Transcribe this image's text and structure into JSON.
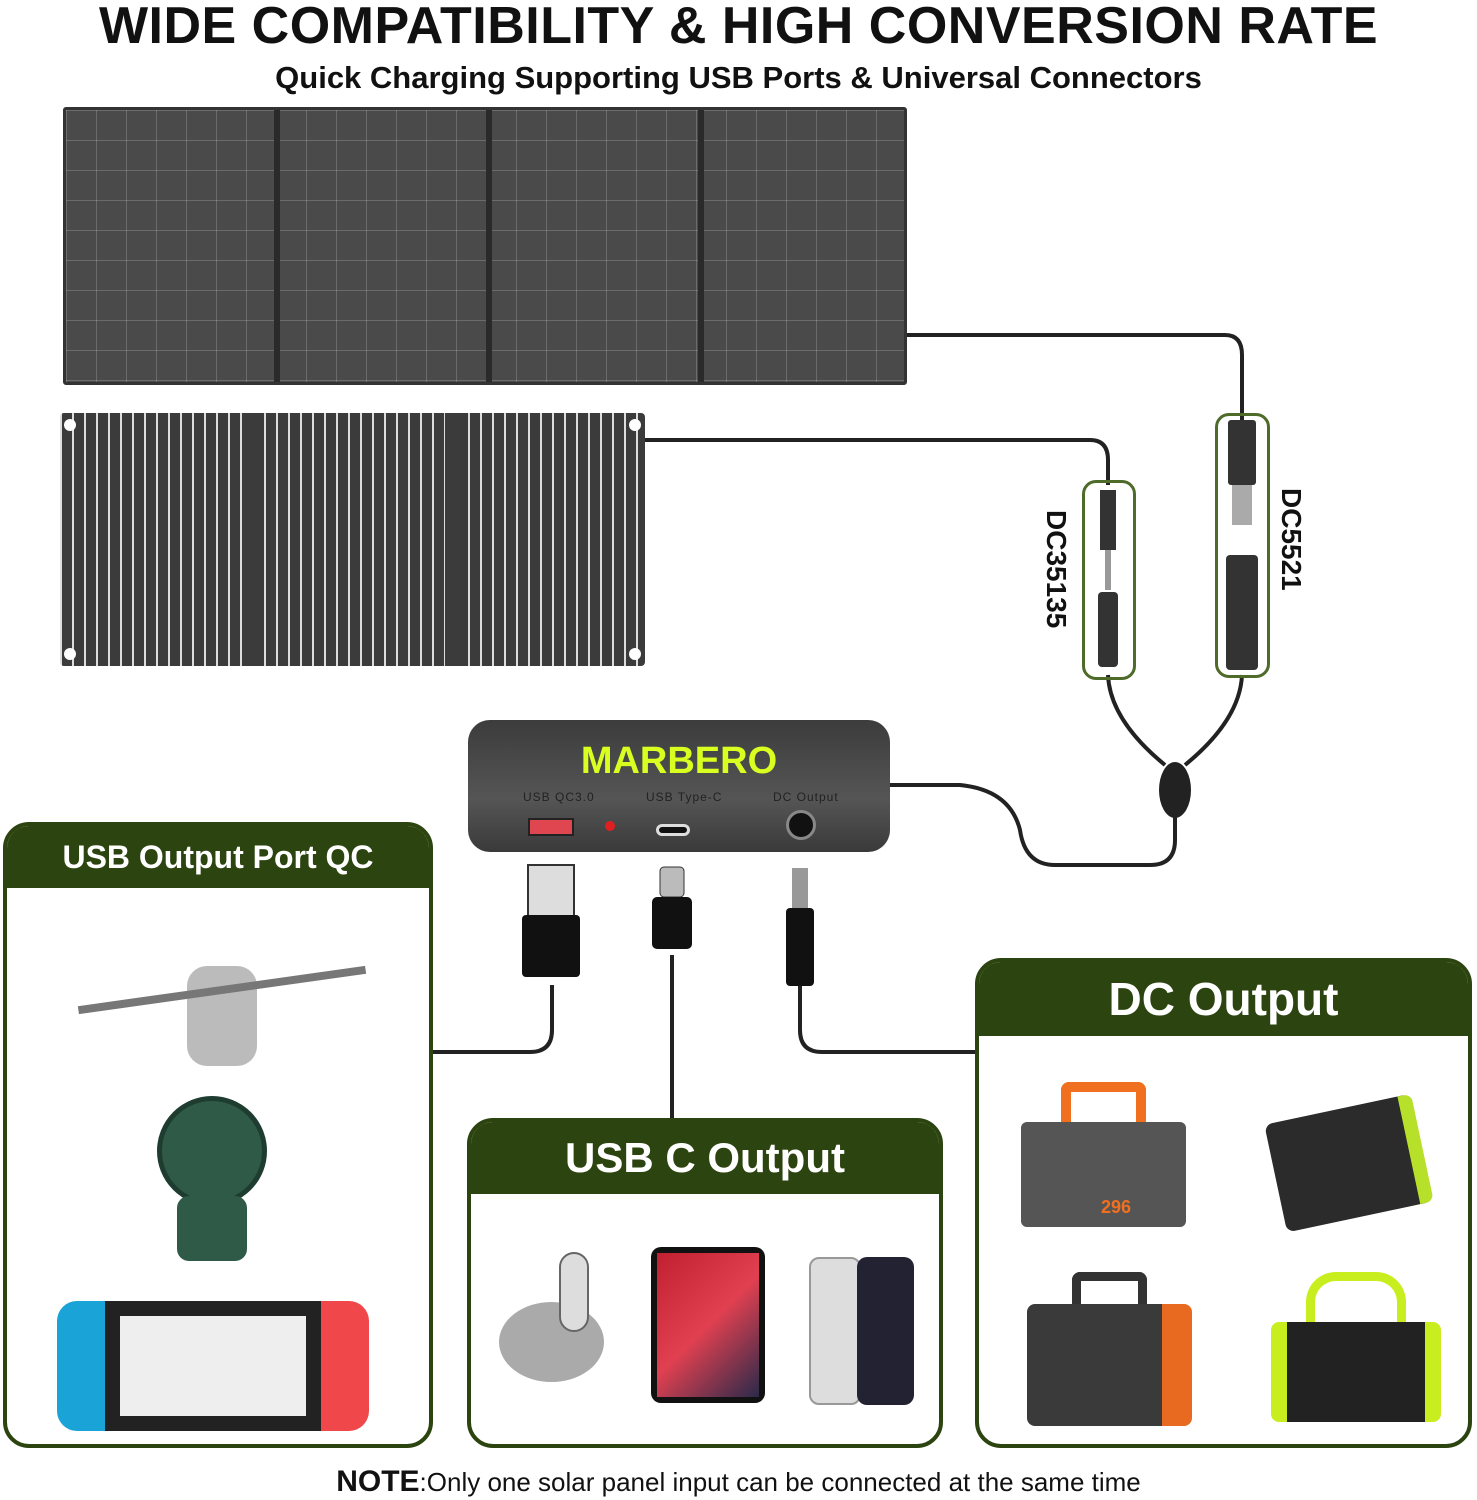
{
  "title": "WIDE COMPATIBILITY & HIGH CONVERSION RATE",
  "subtitle": "Quick Charging Supporting USB Ports & Universal Connectors",
  "connectors": {
    "left": "DC35135",
    "right": "DC5521"
  },
  "hub": {
    "brand": "MARBERO",
    "ports": [
      "USB QC3.0",
      "USB Type-C",
      "DC Output"
    ]
  },
  "sections": {
    "usb_qc": "USB Output Port QC",
    "usb_c": "USB C Output",
    "dc": "DC Output"
  },
  "devices": {
    "station_capacity": "296"
  },
  "note": {
    "label": "NOTE",
    "text": ":Only one solar panel input can be connected at the same time"
  },
  "colors": {
    "header": "#2c4410",
    "brand": "#d8ff1f"
  }
}
